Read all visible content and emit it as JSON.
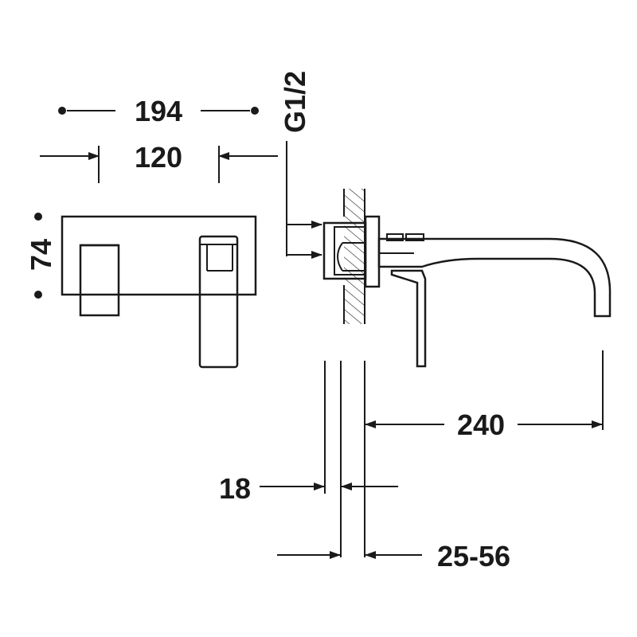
{
  "dimensions": {
    "total_width": "194",
    "plate_spacing": "120",
    "plate_height": "74",
    "thread": "G1/2",
    "spout_reach": "240",
    "plate_depth": "18",
    "wall_range": "25-56"
  },
  "colors": {
    "ink": "#1a1a1a",
    "background": "#ffffff"
  }
}
